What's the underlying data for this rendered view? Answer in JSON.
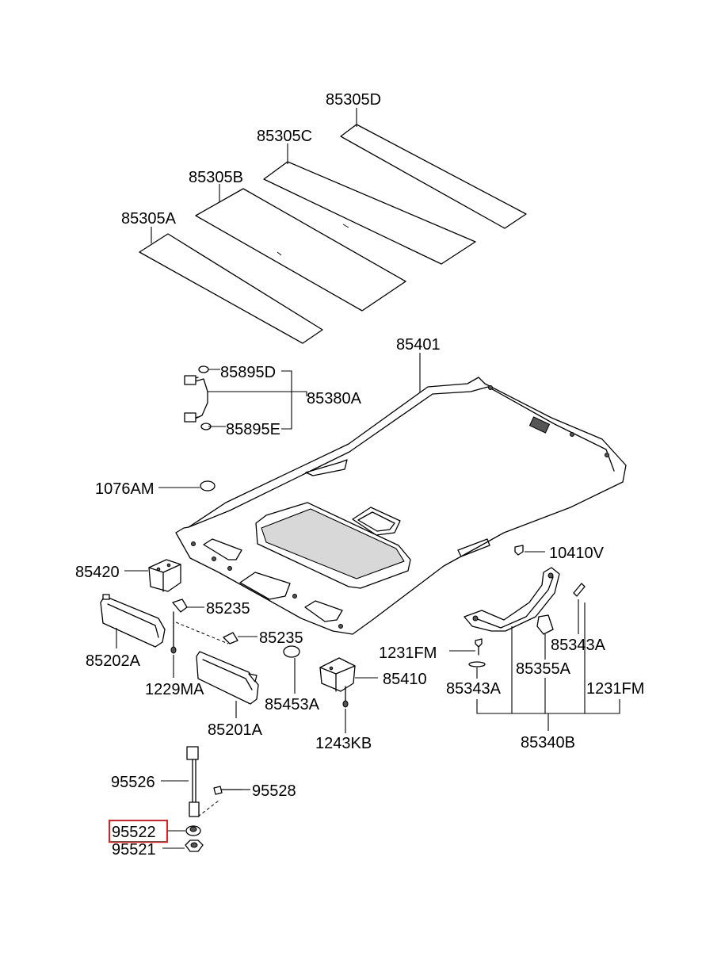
{
  "labels": {
    "p85305D": "85305D",
    "p85305C": "85305C",
    "p85305B": "85305B",
    "p85305A": "85305A",
    "p85401": "85401",
    "p85895D": "85895D",
    "p85380A": "85380A",
    "p85895E": "85895E",
    "p1076AM": "1076AM",
    "p10410V": "10410V",
    "p85420": "85420",
    "p85235a": "85235",
    "p85235b": "85235",
    "p85202A": "85202A",
    "p1229MA": "1229MA",
    "p85453A": "85453A",
    "p85201A": "85201A",
    "p85410": "85410",
    "p1243KB": "1243KB",
    "p1231FMa": "1231FM",
    "p85343Aa": "85343A",
    "p85343Ab": "85343A",
    "p85355A": "85355A",
    "p1231FMb": "1231FM",
    "p85340B": "85340B",
    "p95526": "95526",
    "p95528": "95528",
    "p95522": "95522",
    "p95521": "95521"
  },
  "highlight": {
    "part": "95522",
    "color": "#e02020"
  }
}
